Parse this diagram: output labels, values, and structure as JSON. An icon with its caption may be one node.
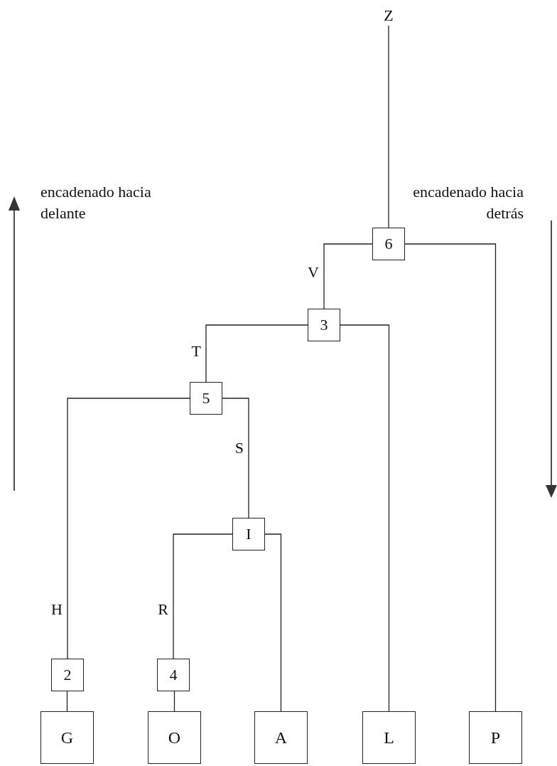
{
  "diagram": {
    "nodes": [
      {
        "text": [
          "Z"
        ]
      },
      {
        "text": [
          "6"
        ]
      },
      {
        "text": [
          "3"
        ]
      },
      {
        "text": [
          "5"
        ]
      },
      {
        "text": [
          "I"
        ]
      },
      {
        "text": [
          "2"
        ]
      },
      {
        "text": [
          "4"
        ]
      },
      {
        "text": [
          "G"
        ]
      },
      {
        "text": [
          "O"
        ]
      },
      {
        "text": [
          "A"
        ]
      },
      {
        "text": [
          "L"
        ]
      },
      {
        "text": [
          "P"
        ]
      }
    ],
    "edges": [
      {
        "from": 0,
        "to": 1,
        "arrow": "none"
      },
      {
        "from": 1,
        "to": 2,
        "arrow": "none",
        "label": "V"
      },
      {
        "from": 1,
        "to": 11,
        "arrow": "none"
      },
      {
        "from": 2,
        "to": 3,
        "arrow": "none",
        "label": "T"
      },
      {
        "from": 2,
        "to": 10,
        "arrow": "none"
      },
      {
        "from": 3,
        "to": 5,
        "arrow": "none",
        "label": "H"
      },
      {
        "from": 3,
        "to": 4,
        "arrow": "none",
        "label": "S"
      },
      {
        "from": 4,
        "to": 6,
        "arrow": "none",
        "label": "R"
      },
      {
        "from": 4,
        "to": 9,
        "arrow": "none"
      },
      {
        "from": 5,
        "to": 7,
        "arrow": "none"
      },
      {
        "from": 6,
        "to": 8,
        "arrow": "none"
      }
    ],
    "labels": [
      "encadenado hacia delante",
      "encadenado hacia detrás"
    ]
  }
}
